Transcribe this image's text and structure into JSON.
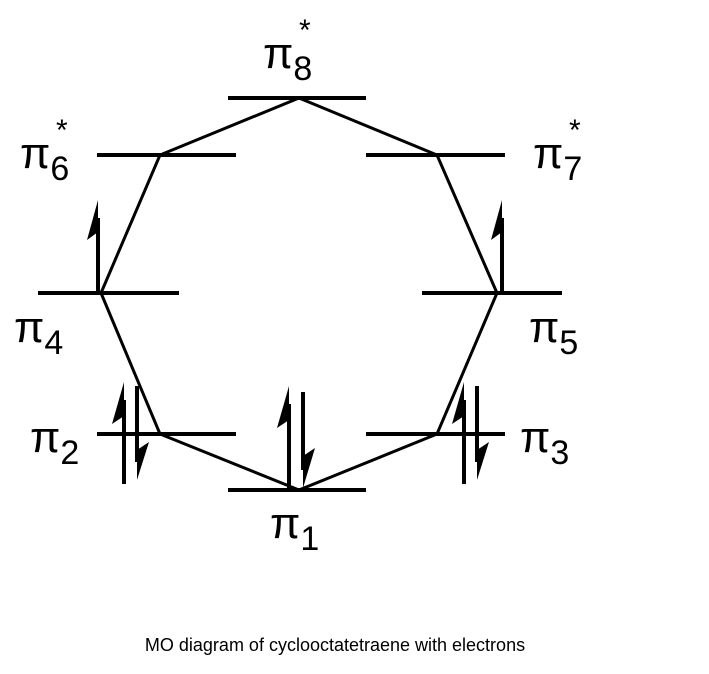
{
  "diagram": {
    "caption": "MO diagram of cyclooctatetraene with electrons",
    "orbitals": [
      {
        "id": "pi8",
        "symbol": "π",
        "index": "8",
        "star": "*",
        "electrons": "empty"
      },
      {
        "id": "pi6",
        "symbol": "π",
        "index": "6",
        "star": "*",
        "electrons": "empty"
      },
      {
        "id": "pi7",
        "symbol": "π",
        "index": "7",
        "star": "*",
        "electrons": "empty"
      },
      {
        "id": "pi4",
        "symbol": "π",
        "index": "4",
        "star": "",
        "electrons": "single spin-up"
      },
      {
        "id": "pi5",
        "symbol": "π",
        "index": "5",
        "star": "",
        "electrons": "single spin-up"
      },
      {
        "id": "pi2",
        "symbol": "π",
        "index": "2",
        "star": "",
        "electrons": "paired"
      },
      {
        "id": "pi3",
        "symbol": "π",
        "index": "3",
        "star": "",
        "electrons": "paired"
      },
      {
        "id": "pi1",
        "symbol": "π",
        "index": "1",
        "star": "",
        "electrons": "paired"
      }
    ]
  }
}
